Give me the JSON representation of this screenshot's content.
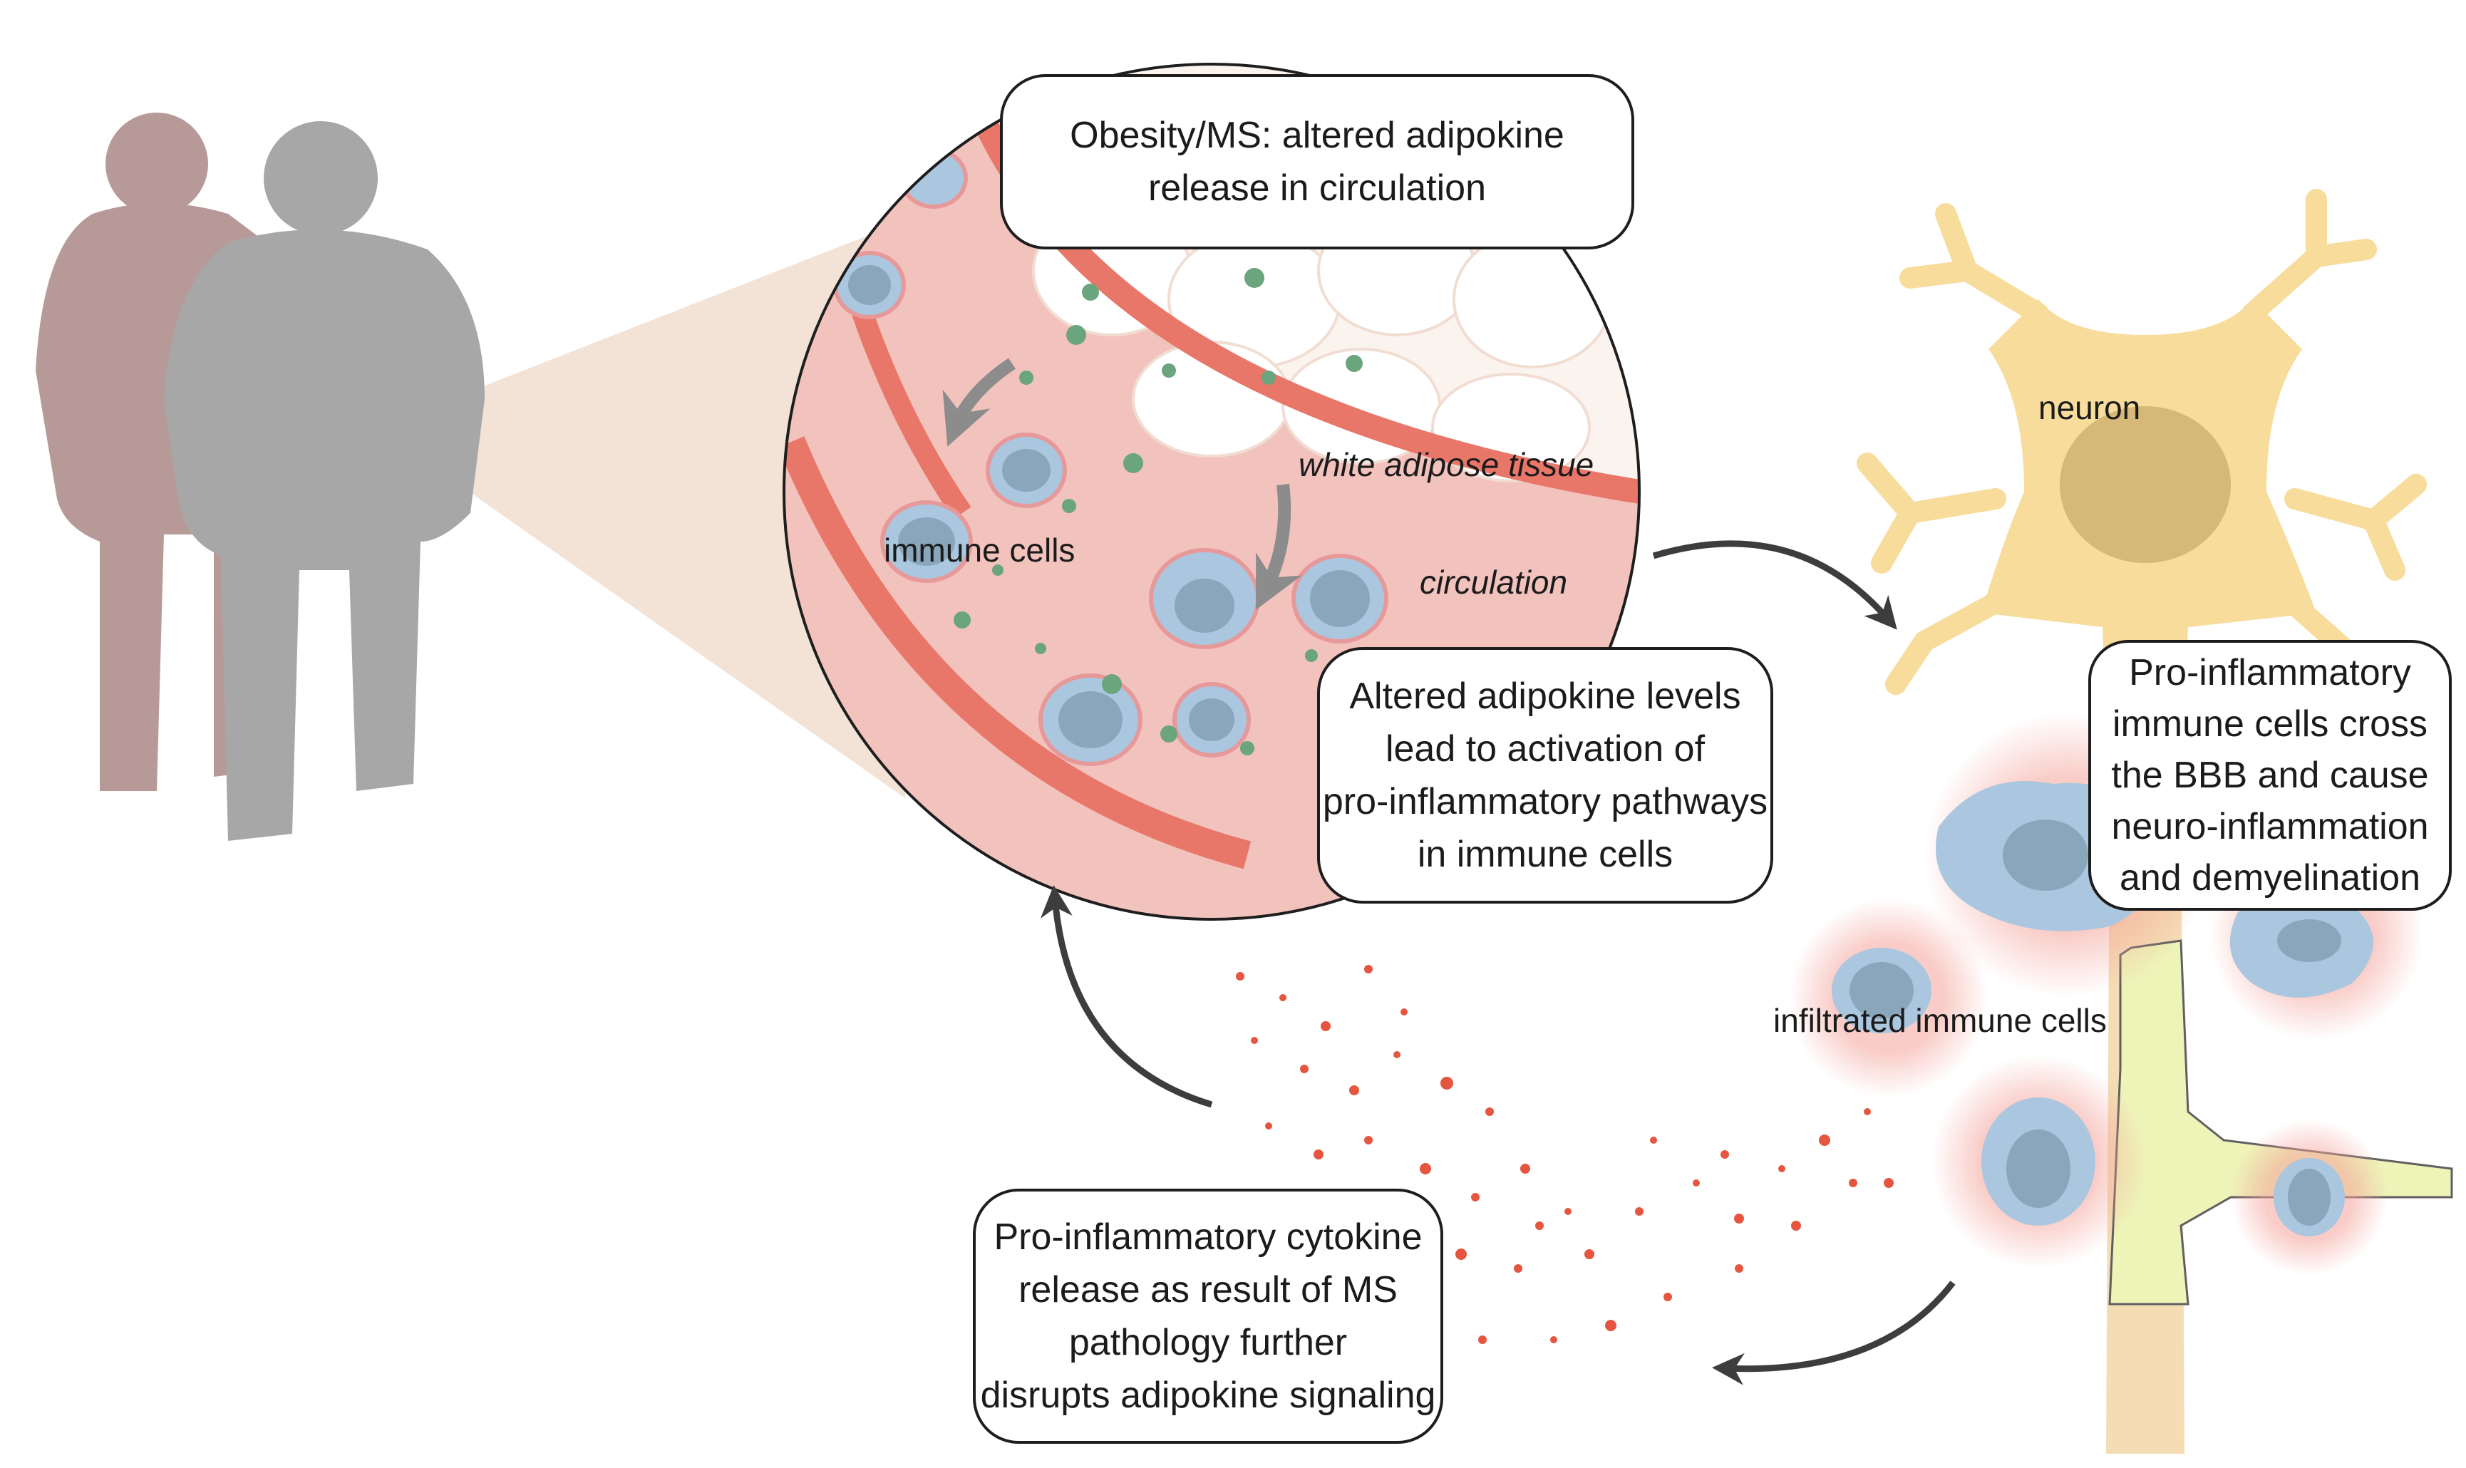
{
  "boxes": {
    "obesity": [
      "Obesity/MS: altered adipokine",
      "release in circulation"
    ],
    "altered": [
      "Altered adipokine levels",
      "lead to activation of",
      "pro-inflammatory pathways",
      "in immune cells"
    ],
    "bbb": [
      "Pro-inflammatory",
      "immune cells cross",
      "the BBB and cause",
      "neuro-inflammation",
      "and demyelination"
    ],
    "cytokine": [
      "Pro-inflammatory cytokine",
      "release as result of MS",
      "pathology further",
      "disrupts adipokine signaling"
    ]
  },
  "labels": {
    "white_adipose": "white adipose tissue",
    "immune_cells": "immune cells",
    "circulation": "circulation",
    "neuron": "neuron",
    "infiltrated": "infiltrated immune cells"
  },
  "colors": {
    "person_front": "#a7a7a7",
    "person_back": "#b79a98",
    "cone": "#f3e3d6",
    "vessel_wall": "#e8776a",
    "vessel_lumen": "#f2c2bd",
    "adipose": "#fbf3ee",
    "immune_cell": "#aac7df",
    "immune_nucleus": "#8aa6bb",
    "adipokine": "#6aa57d",
    "cytokine": "#e5553f",
    "neuron": "#f7dc9c",
    "axon": "#f4ddb4",
    "myelin": "#eef3b8",
    "arrow": "#3d3d3d"
  },
  "icons": [
    "person-icon",
    "arrow-icon",
    "neuron-icon",
    "cell-icon"
  ]
}
